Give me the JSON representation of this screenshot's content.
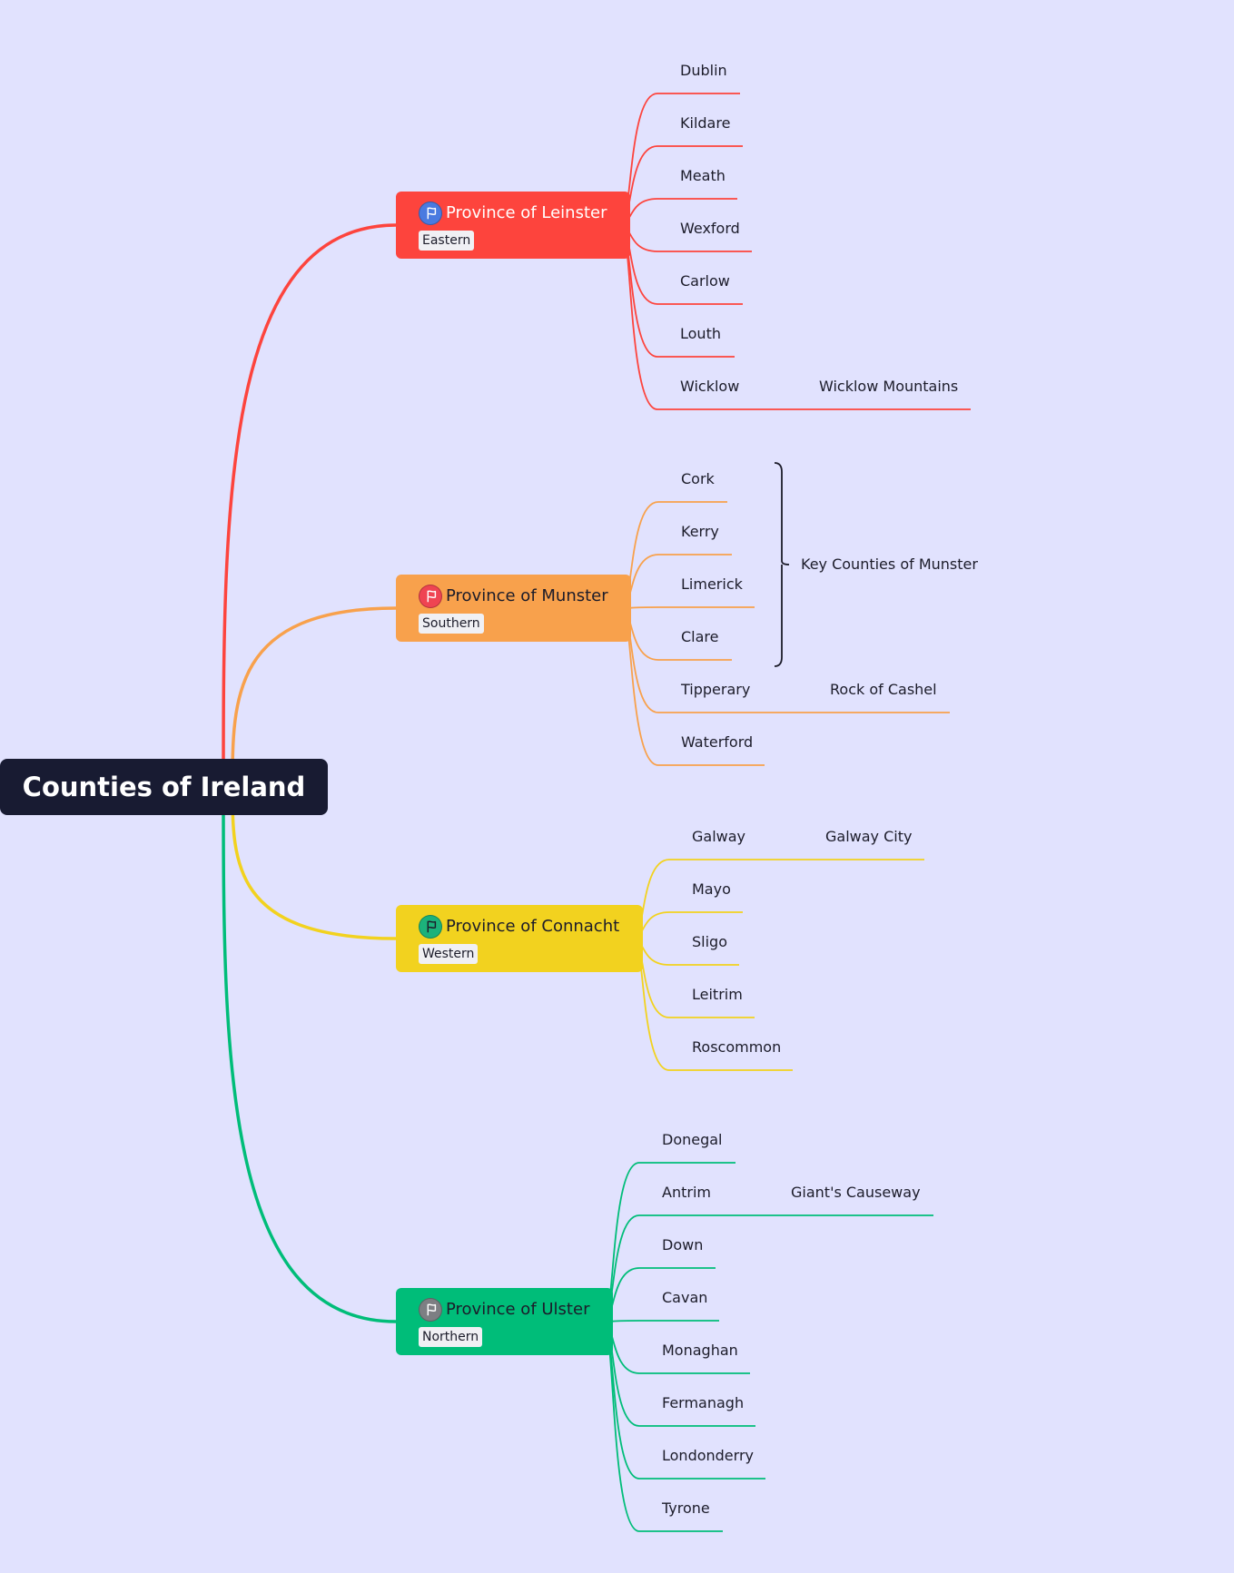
{
  "root": {
    "title": "Counties of Ireland"
  },
  "provinces": [
    {
      "name": "Province of Leinster",
      "tag": "Eastern",
      "color": "#fd443d",
      "text_color": "#ffffff",
      "flag_color": "#4a7ae0",
      "flag_stroke": "#ffffff",
      "counties": [
        {
          "name": "Dublin"
        },
        {
          "name": "Kildare"
        },
        {
          "name": "Meath"
        },
        {
          "name": "Wexford"
        },
        {
          "name": "Carlow"
        },
        {
          "name": "Louth"
        },
        {
          "name": "Wicklow",
          "note": "Wicklow Mountains"
        }
      ]
    },
    {
      "name": "Province of Munster",
      "tag": "Southern",
      "color": "#f8a14c",
      "text_color": "#1c1c2a",
      "flag_color": "#ef4452",
      "flag_stroke": "#ffffff",
      "counties": [
        {
          "name": "Cork"
        },
        {
          "name": "Kerry"
        },
        {
          "name": "Limerick"
        },
        {
          "name": "Clare"
        },
        {
          "name": "Tipperary",
          "note": "Rock of Cashel"
        },
        {
          "name": "Waterford"
        }
      ],
      "summary": "Key Counties of Munster"
    },
    {
      "name": "Province of Connacht",
      "tag": "Western",
      "color": "#f2d21f",
      "text_color": "#1c1c2a",
      "flag_color": "#1cb27b",
      "flag_stroke": "#1c1c2a",
      "counties": [
        {
          "name": "Galway",
          "note": "Galway City"
        },
        {
          "name": "Mayo"
        },
        {
          "name": "Sligo"
        },
        {
          "name": "Leitrim"
        },
        {
          "name": "Roscommon"
        }
      ]
    },
    {
      "name": "Province of Ulster",
      "tag": "Northern",
      "color": "#00bd79",
      "text_color": "#1c1c2a",
      "flag_color": "#7d7f83",
      "flag_stroke": "#ffffff",
      "counties": [
        {
          "name": "Donegal"
        },
        {
          "name": "Antrim",
          "note": "Giant's Causeway"
        },
        {
          "name": "Down"
        },
        {
          "name": "Cavan"
        },
        {
          "name": "Monaghan"
        },
        {
          "name": "Fermanagh"
        },
        {
          "name": "Londonderry"
        },
        {
          "name": "Tyrone"
        }
      ]
    }
  ]
}
